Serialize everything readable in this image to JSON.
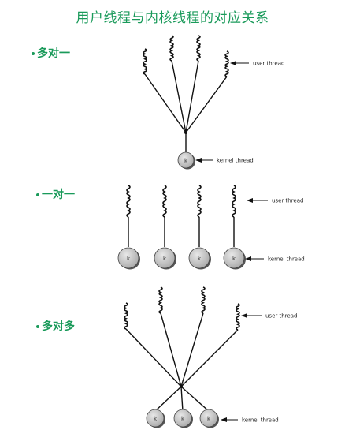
{
  "title": "用户线程与内核线程的对应关系",
  "sections": {
    "many_to_one": {
      "heading": "多对一",
      "user_label": "user thread",
      "kernel_label": "kernel thread",
      "kernel_glyph": "k"
    },
    "one_to_one": {
      "heading": "一对一",
      "user_label": "user thread",
      "kernel_label": "kernel thread",
      "kernel_glyph": "k"
    },
    "many_to_many": {
      "heading": "多对多",
      "user_label": "user thread",
      "kernel_label": "kernel thread",
      "kernel_glyph": "k"
    }
  }
}
